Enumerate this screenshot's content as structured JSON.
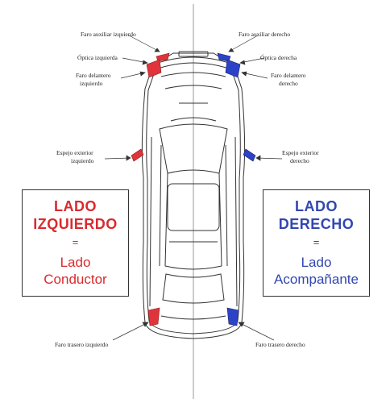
{
  "labels": {
    "faro_aux_izq": "Faro auxiliar izquierdo",
    "faro_aux_der": "Faro auxiliar derecho",
    "optica_izq": "Óptica izquierda",
    "optica_der": "Óptica derecha",
    "faro_del_izq_1": "Faro delantero",
    "faro_del_izq_2": "izquierdo",
    "faro_del_der_1": "Faro delantero",
    "faro_del_der_2": "derecho",
    "espejo_izq_1": "Espejo exterior",
    "espejo_izq_2": "izquierdo",
    "espejo_der_1": "Espejo exterior",
    "espejo_der_2": "derecho",
    "faro_tras_izq": "Faro trasero izquierdo",
    "faro_tras_der": "Faro trasero derecho"
  },
  "left_box": {
    "line1": "LADO",
    "line2": "IZQUIERDO",
    "eq": "=",
    "line3": "Lado",
    "line4": "Conductor"
  },
  "right_box": {
    "line1": "LADO",
    "line2": "DERECHO",
    "eq": "=",
    "line3": "Lado",
    "line4": "Acompañante"
  },
  "colors": {
    "left_side": "#d92a2e",
    "right_side": "#3147b0",
    "divider": "#999999"
  }
}
